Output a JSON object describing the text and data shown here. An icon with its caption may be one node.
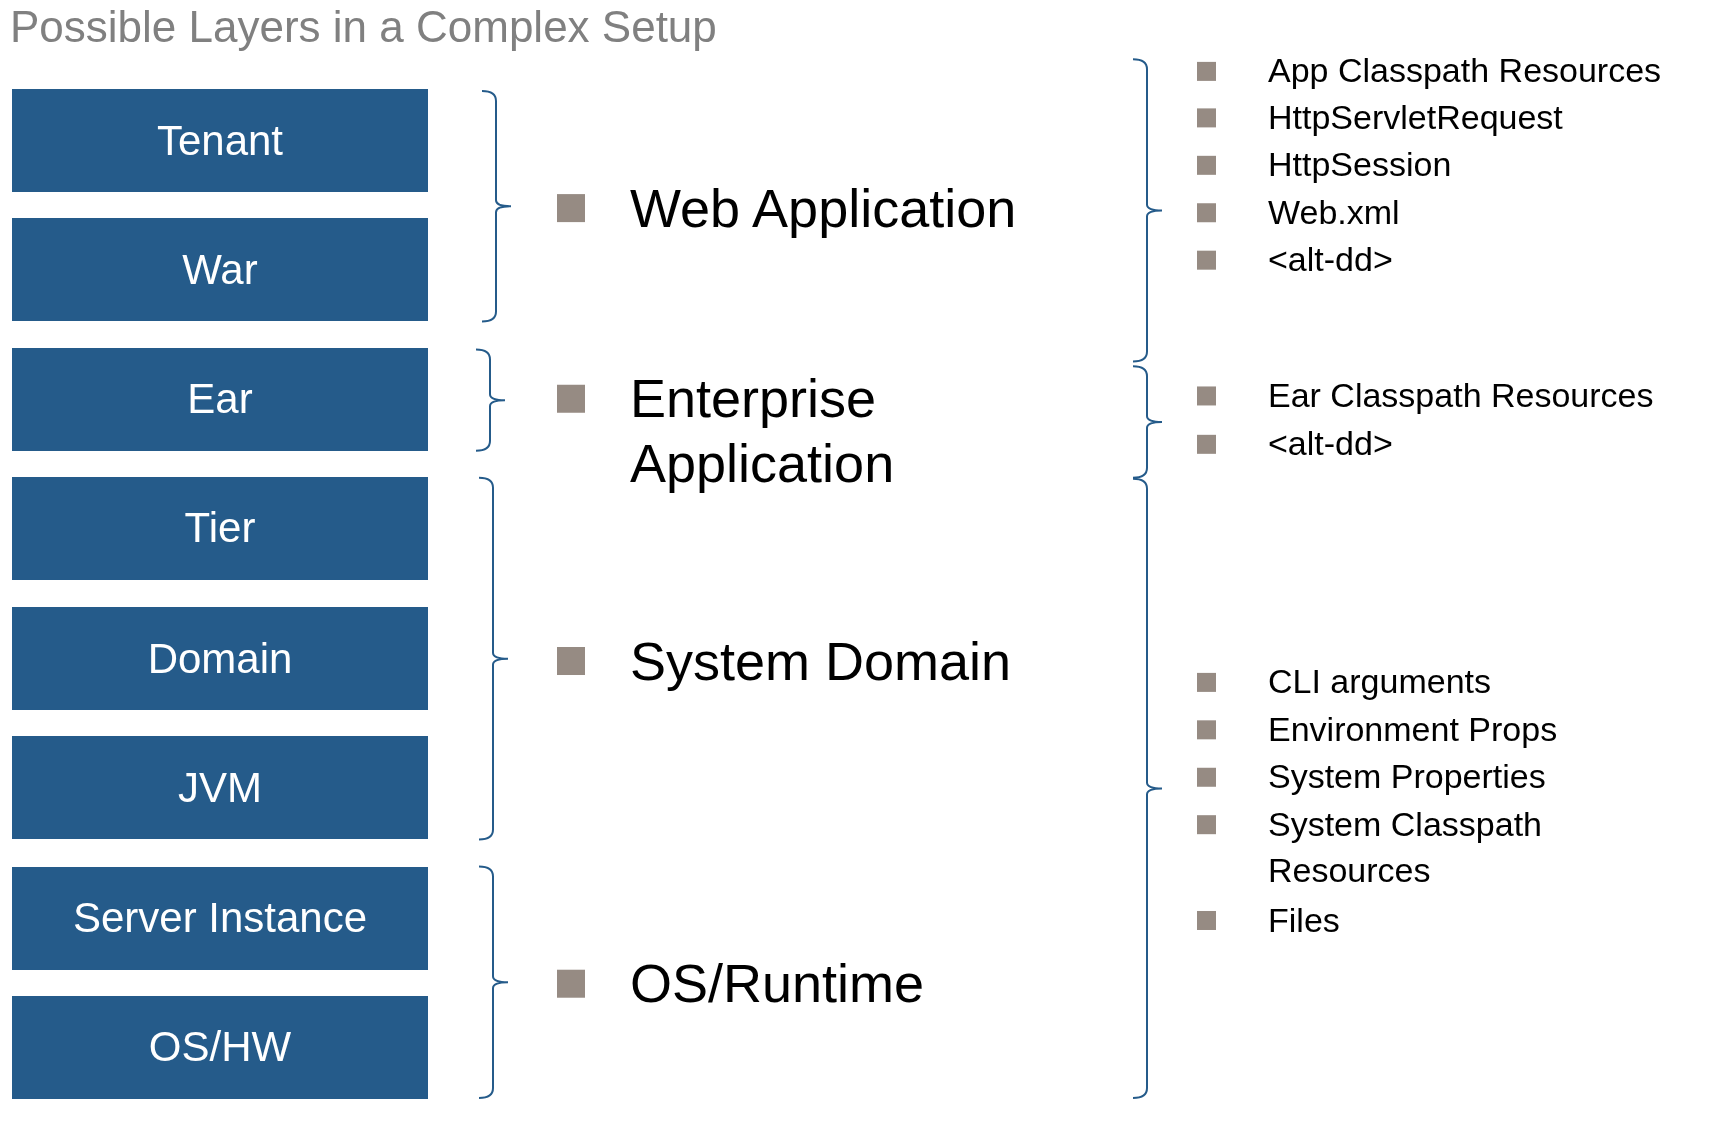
{
  "diagram": {
    "title": "Possible Layers in a Complex Setup",
    "nodes": [
      {
        "text": [
          "Tenant"
        ]
      },
      {
        "text": [
          "War"
        ]
      },
      {
        "text": [
          "Ear"
        ]
      },
      {
        "text": [
          "Tier"
        ]
      },
      {
        "text": [
          "Domain"
        ]
      },
      {
        "text": [
          "JVM"
        ]
      },
      {
        "text": [
          "Server Instance"
        ]
      },
      {
        "text": [
          "OS/HW"
        ]
      }
    ],
    "labels": [
      "Web Application",
      "Enterprise Application",
      "System Domain",
      "OS/Runtime",
      "App Classpath Resources",
      "HttpServletRequest",
      "HttpSession",
      "Web.xml",
      "<alt-dd>",
      "Ear Classpath Resources",
      "<alt-dd>",
      "CLI arguments",
      "Environment Props",
      "System Properties",
      "System Classpath Resources",
      "Files"
    ]
  }
}
